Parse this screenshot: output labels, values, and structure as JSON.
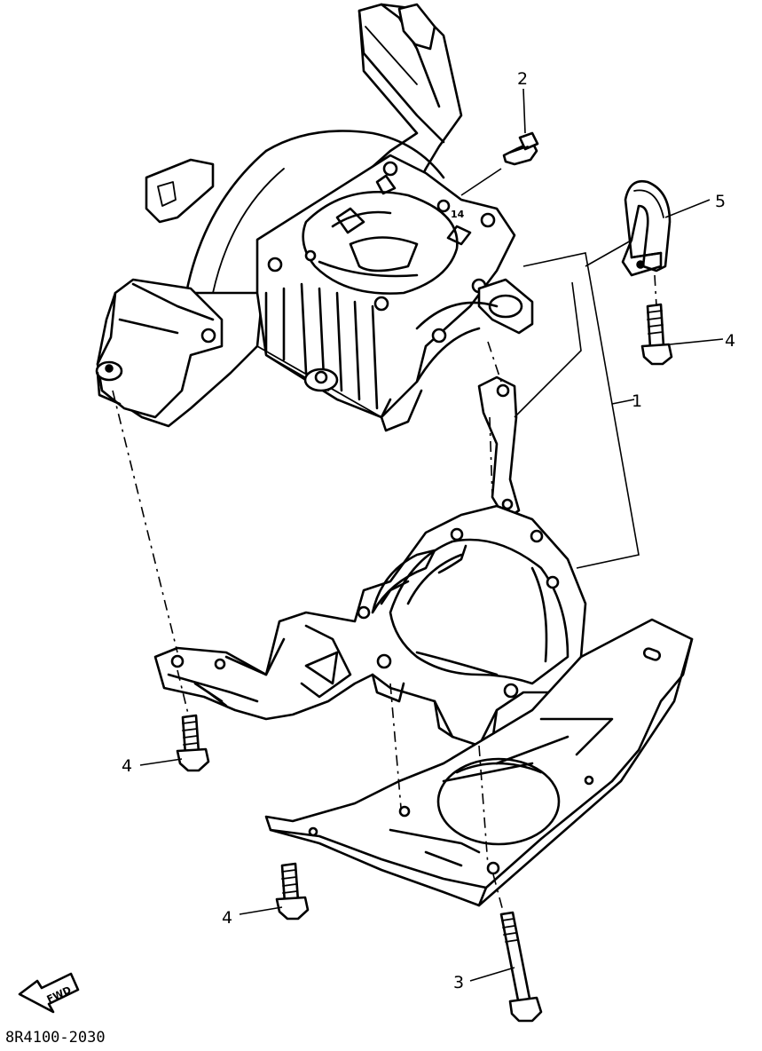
{
  "callouts": {
    "part_1": "1",
    "part_2": "2",
    "part_3": "3",
    "part_4_upper_right": "4",
    "part_4_left": "4",
    "part_4_bottom": "4",
    "part_5": "5"
  },
  "direction_marker": "FWD",
  "drawing_code": "8R4100-2030"
}
